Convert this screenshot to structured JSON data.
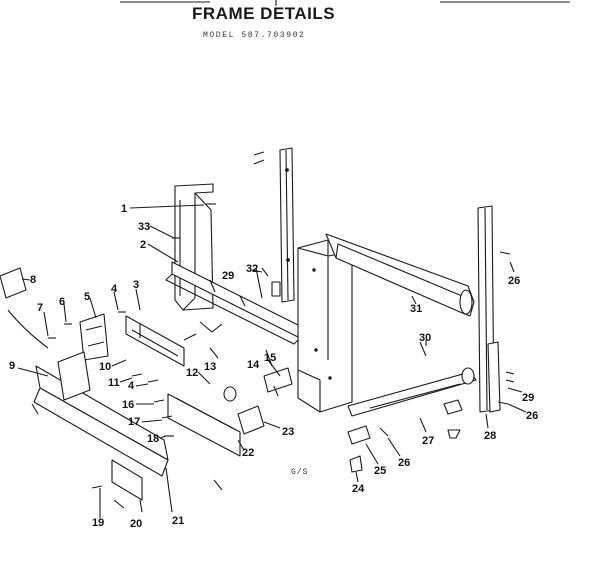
{
  "title": "FRAME DETAILS",
  "model": "MODEL 587.703902",
  "drawing_code": "G/S",
  "callouts": [
    "1",
    "33",
    "2",
    "29",
    "32",
    "3",
    "4",
    "5",
    "6",
    "7",
    "8",
    "9",
    "10",
    "11",
    "4",
    "12",
    "13",
    "14",
    "15",
    "16",
    "17",
    "18",
    "22",
    "23",
    "20",
    "19",
    "21",
    "31",
    "30",
    "26",
    "29",
    "26",
    "28",
    "27",
    "26",
    "25",
    "24"
  ]
}
